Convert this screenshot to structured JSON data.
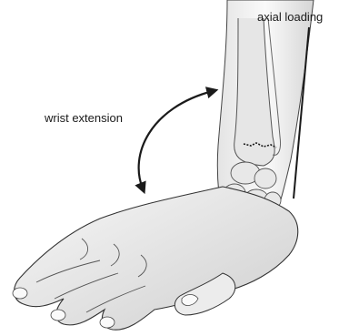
{
  "labels": {
    "axial_loading": "axial loading",
    "wrist_extension": "wrist extension"
  },
  "colors": {
    "ink": "#1a1a1a",
    "skin_light": "#f2f2f2",
    "skin_mid": "#d9d9d9",
    "bone": "#e6e6e6",
    "background": "#ffffff"
  },
  "icons": {
    "curved_arrow": "double-headed-curved-arrow",
    "load_line": "vertical-load-line"
  }
}
